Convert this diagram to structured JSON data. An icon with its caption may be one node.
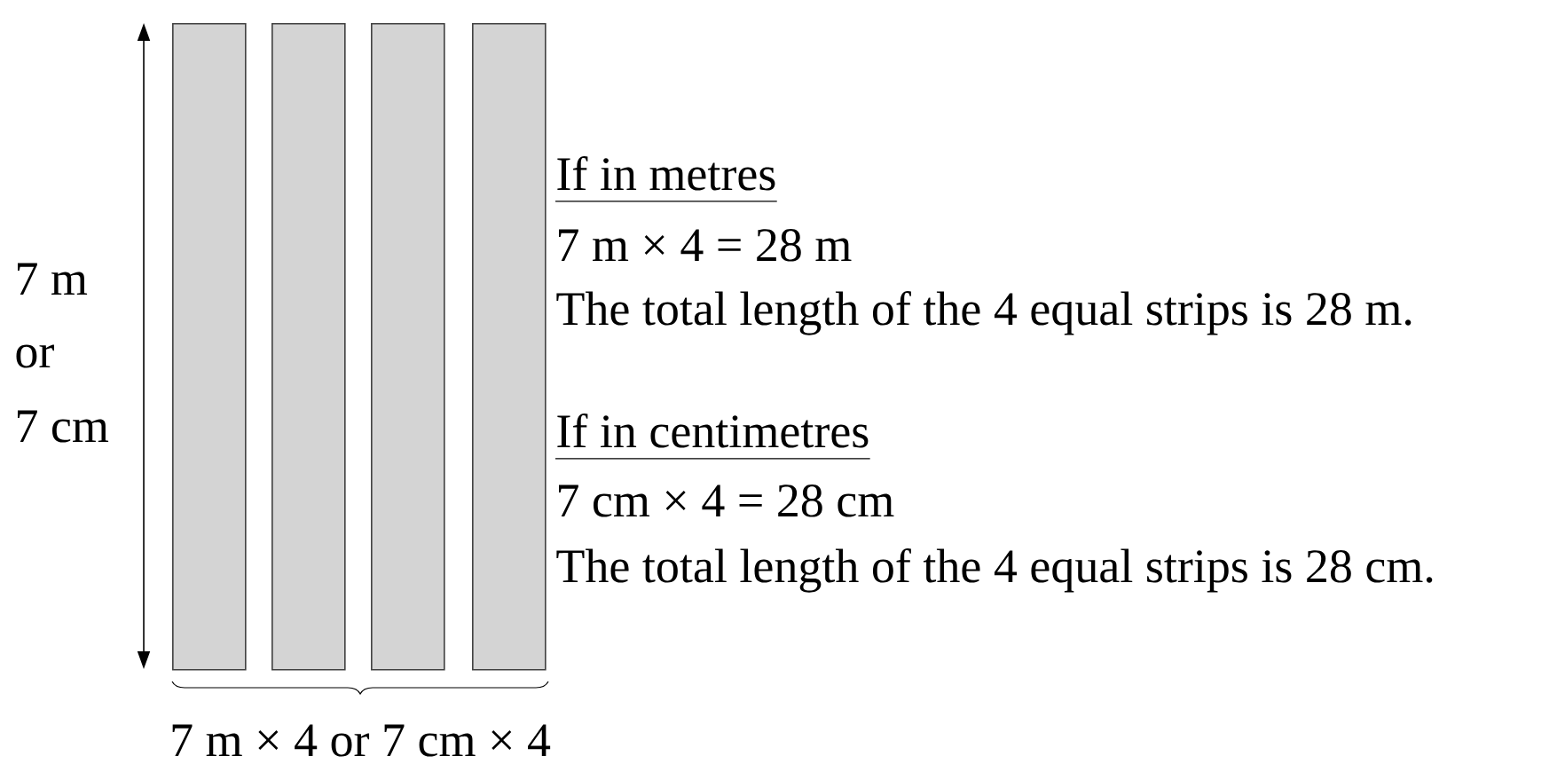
{
  "diagram": {
    "nodes": [
      {
        "text": [],
        "shape": "bar"
      },
      {
        "text": [],
        "shape": "bar"
      },
      {
        "text": [],
        "shape": "bar"
      },
      {
        "text": [],
        "shape": "bar"
      }
    ],
    "edges": [],
    "labels": [
      "7 m",
      "or",
      "7 cm",
      "If in metres",
      "7 m × 4 = 28 m",
      "The total length of the 4 equal strips is 28 m.",
      "If in centimetres",
      "7 cm × 4 = 28 cm",
      "The total length of the 4 equal strips is 28 cm.",
      "7 m × 4 or 7 cm × 4"
    ]
  }
}
